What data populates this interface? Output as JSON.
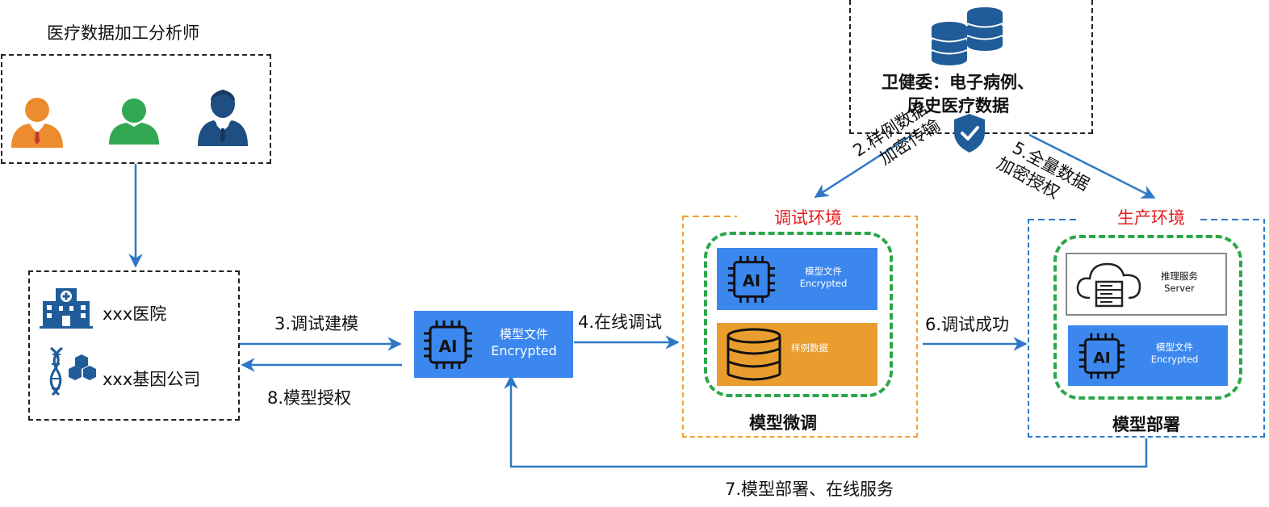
{
  "analyst": {
    "title": "医疗数据加工分析师"
  },
  "org": {
    "hospital": "xxx医院",
    "gene_company": "xxx基因公司"
  },
  "health_commission": {
    "line1": "卫健委：电子病例、",
    "line2": "历史医疗数据"
  },
  "model_file": {
    "title": "模型文件",
    "subtitle": "Encrypted"
  },
  "debug_env": {
    "title": "调试环境",
    "model_title": "模型文件",
    "model_subtitle": "Encrypted",
    "sample_data": "样例数据",
    "caption": "模型微调"
  },
  "prod_env": {
    "title": "生产环境",
    "service_title": "推理服务",
    "service_subtitle": "Server",
    "model_title": "模型文件",
    "model_subtitle": "Encrypted",
    "caption": "模型部署"
  },
  "edges": {
    "step2_line1": "2.样例数据",
    "step2_line2": "加密传输",
    "step3": "3.调试建模",
    "step4": "4.在线调试",
    "step5_line1": "5.全量数据",
    "step5_line2": "加密授权",
    "step6": "6.调试成功",
    "step7": "7.模型部署、在线服务",
    "step8": "8.模型授权"
  },
  "icons": {
    "ai_chip": "ai-chip-icon",
    "database": "database-icon",
    "cloud_server": "cloud-server-icon",
    "shield_check": "shield-check-icon",
    "hospital": "hospital-icon",
    "dna": "dna-icon"
  },
  "colors": {
    "arrow_blue": "#2f78c8",
    "card_blue": "#3b87ee",
    "card_orange": "#e89d2e",
    "green_dash": "#2aa748",
    "orange_dash": "#f0a030",
    "blue_dash": "#2f78c8",
    "env_red": "#e02020"
  }
}
